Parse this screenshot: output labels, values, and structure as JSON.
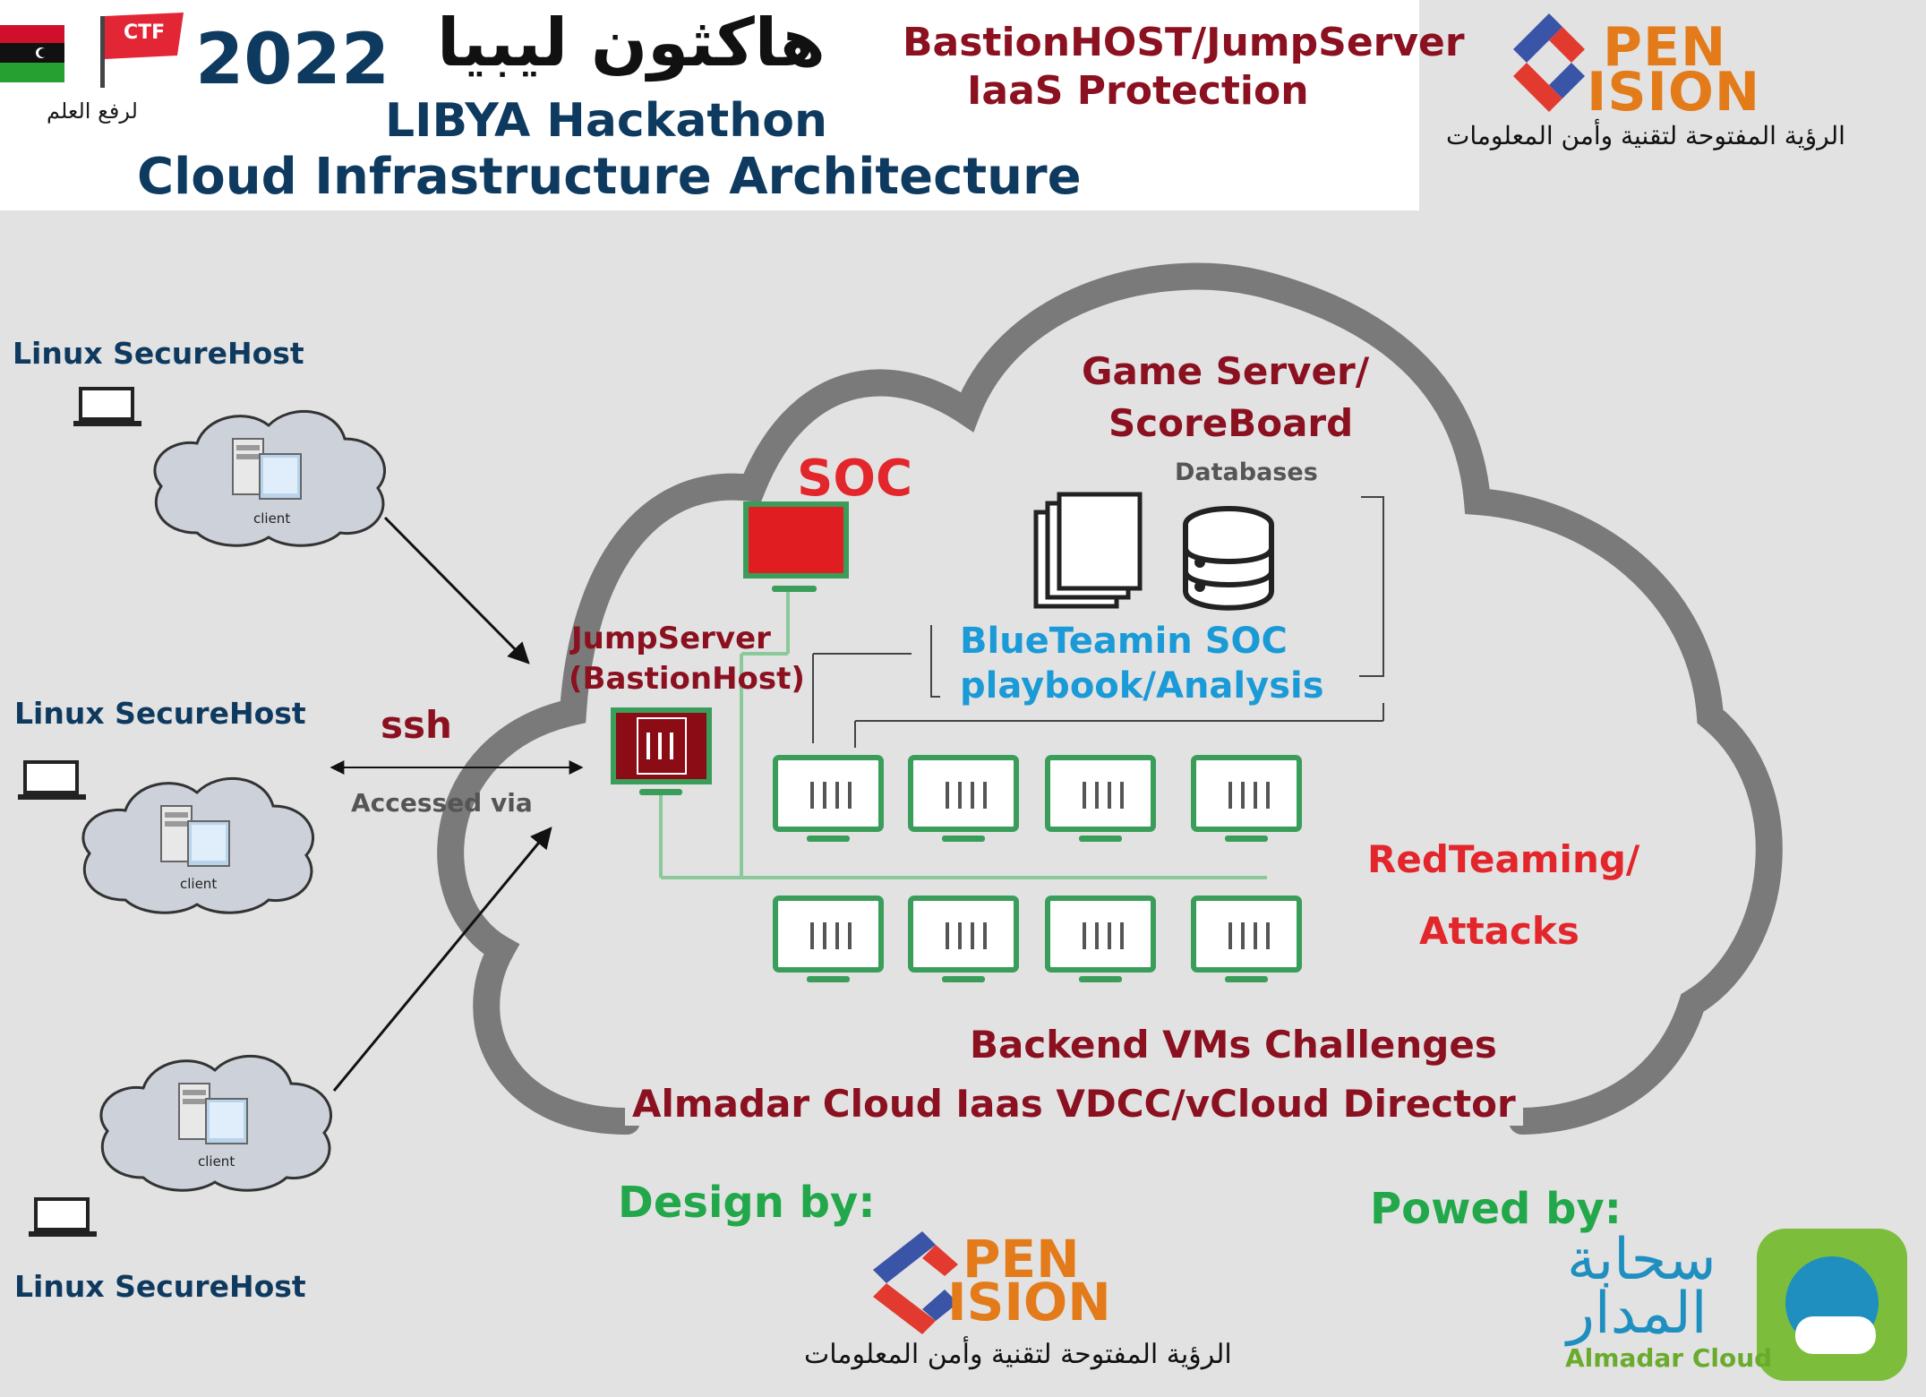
{
  "header": {
    "flag_caption": "لرفع العلم",
    "ctf_badge": "CTF",
    "year": "2022",
    "title_ar": "هاكثون ليبيا",
    "title_en": "LIBYA Hackathon",
    "subtitle": "Cloud Infrastructure Architecture",
    "bastion_line1": "BastionHOST/JumpServer",
    "bastion_line2": "IaaS Protection"
  },
  "openvision": {
    "brand_top": "PEN",
    "brand_bottom": "ISION",
    "tagline_ar": "الرؤية المفتوحة لتقنية وأمن المعلومات"
  },
  "clients": {
    "label": "Linux SecureHost",
    "cloud_label": "client"
  },
  "connection": {
    "protocol": "ssh",
    "caption": "Accessed via"
  },
  "cloud": {
    "soc": "SOC",
    "jump_line1": "JumpServer",
    "jump_line2": "(BastionHost)",
    "game_line1": "Game Server/",
    "game_line2": "ScoreBoard",
    "databases": "Databases",
    "blue_line1": "BlueTeamin SOC",
    "blue_line2": "playbook/Analysis",
    "red_line1": "RedTeaming/",
    "red_line2": "Attacks",
    "backend": "Backend VMs Challenges",
    "platform": "Almadar Cloud  Iaas VDCC/vCloud Director"
  },
  "footer": {
    "design_by": "Design by:",
    "powered_by": "Powed by:",
    "almadar_ar_top": "سحابة",
    "almadar_ar_bottom": "المدار",
    "almadar_en": "Almadar Cloud"
  },
  "colors": {
    "navy": "#0f3a5f",
    "maroon": "#8b1020",
    "red": "#e2262b",
    "blue": "#1a9ad6",
    "green": "#22a84a",
    "vm_green": "#3a9e5a",
    "cloud_gray": "#7a7a7a"
  }
}
